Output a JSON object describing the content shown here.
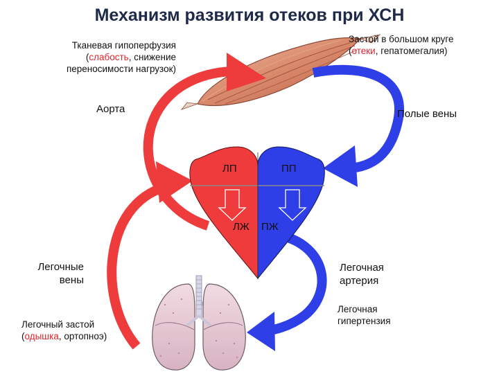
{
  "title": "Механизм развития отеков при ХСН",
  "colors": {
    "arterial": "#ee3b3b",
    "venous": "#2f3fe8",
    "heart_left": "#ef3b3b",
    "heart_right": "#2f3fe8",
    "highlight_text": "#e8232a"
  },
  "labels": {
    "tissue_hypoperfusion": {
      "line1": "Тканевая гипоперфузия",
      "line2_open": "(",
      "line2_red": "слабость",
      "line2_rest": ", снижение",
      "line3": "переносимости нагрузок)"
    },
    "systemic_congestion": {
      "line1": "Застой в большом круге",
      "line2_open": "(",
      "line2_red": "отеки",
      "line2_rest": ", гепатомегалия)"
    },
    "aorta": "Аорта",
    "vena_cava": "Полые вены",
    "la": "ЛП",
    "ra": "ПП",
    "lv": "ЛЖ",
    "rv": "ПЖ",
    "pulmonary_veins": {
      "line1": "Легочные",
      "line2": "вены"
    },
    "pulmonary_artery": {
      "line1": "Легочная",
      "line2": "артерия"
    },
    "pulmonary_hypertension": {
      "line1": "Легочная",
      "line2": "гипертензия"
    },
    "pulmonary_congestion": {
      "line1": "Легочный застой",
      "line2_open": "(",
      "line2_red": "одышка",
      "line2_rest": ", ортопноэ)"
    }
  },
  "icons": [
    "muscle-icon",
    "heart-icon",
    "lungs-icon",
    "flow-arrow-icon"
  ]
}
